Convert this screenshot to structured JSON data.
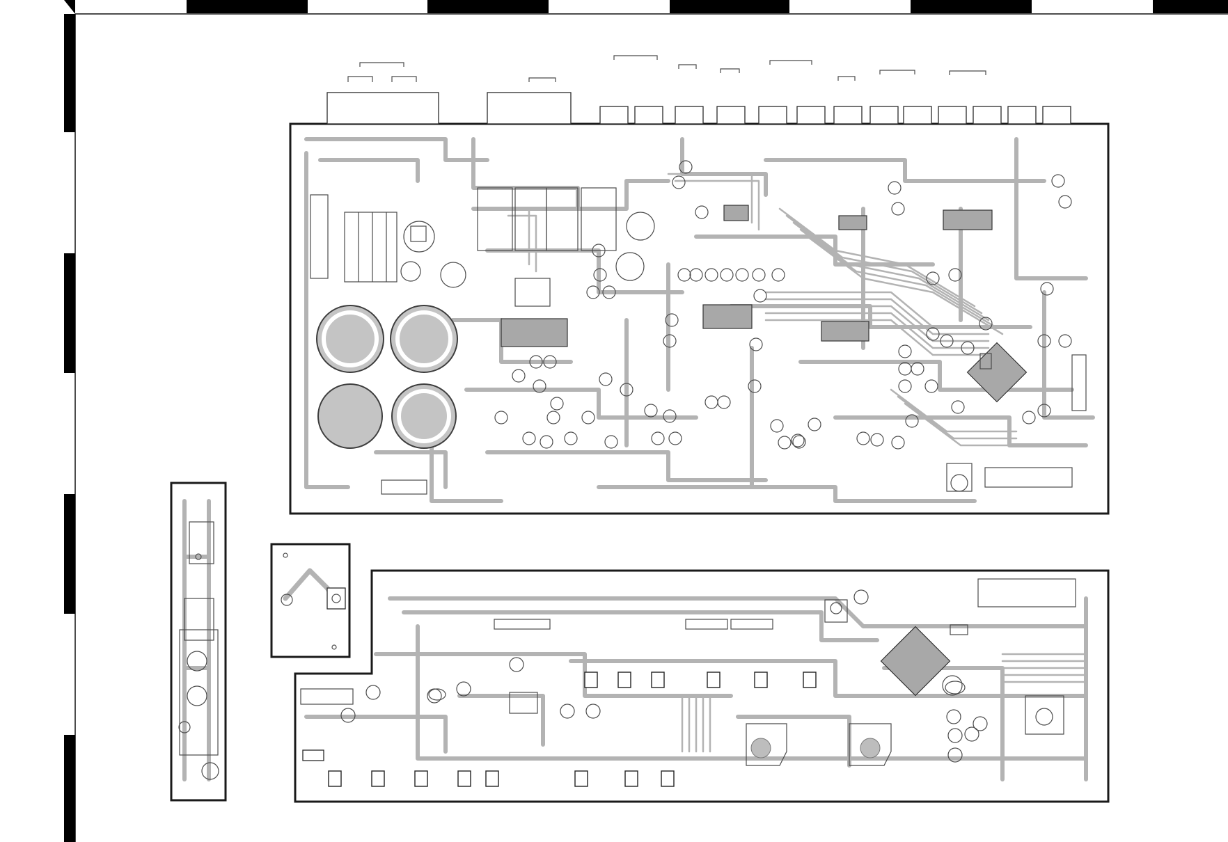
{
  "drawing": {
    "kind": "pcb-foil-layout",
    "colors": {
      "background": "#ffffff",
      "board_outline": "#1a1a1a",
      "copper_trace": "#b3b3b3",
      "pad": "#bdbdbd",
      "component_outline": "#4a4a4a",
      "frame_marker": "#000000"
    },
    "boards": [
      {
        "id": "main-board",
        "part": "main"
      },
      {
        "id": "left-strip-board",
        "part": "small-strip"
      },
      {
        "id": "small-square-board",
        "part": "small-square"
      },
      {
        "id": "front-panel-board",
        "part": "front-panel"
      }
    ],
    "connector_polarity_marks": [
      "+",
      "–",
      "–",
      "+"
    ]
  }
}
